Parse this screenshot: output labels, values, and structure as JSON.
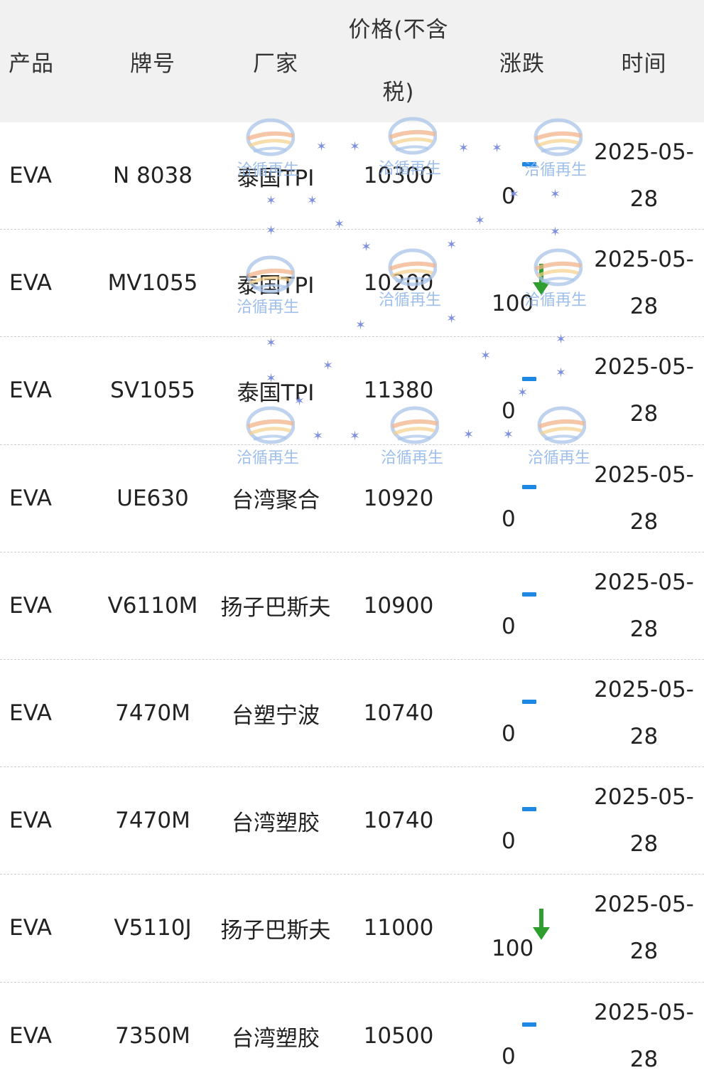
{
  "header": {
    "product": "产品",
    "grade": "牌号",
    "maker": "厂家",
    "price_line1": "价格(不含",
    "price_line2": "税)",
    "change": "涨跌",
    "time": "时间"
  },
  "rows": [
    {
      "product": "EVA",
      "grade": "N 8038",
      "maker": "泰国TPI",
      "price": "10300",
      "change": "0",
      "trend": "flat",
      "date_line1": "2025-05-",
      "date_line2": "28"
    },
    {
      "product": "EVA",
      "grade": "MV1055",
      "maker": "泰国TPI",
      "price": "10200",
      "change": "100",
      "trend": "down",
      "date_line1": "2025-05-",
      "date_line2": "28"
    },
    {
      "product": "EVA",
      "grade": "SV1055",
      "maker": "泰国TPI",
      "price": "11380",
      "change": "0",
      "trend": "flat",
      "date_line1": "2025-05-",
      "date_line2": "28"
    },
    {
      "product": "EVA",
      "grade": "UE630",
      "maker": "台湾聚合",
      "price": "10920",
      "change": "0",
      "trend": "flat",
      "date_line1": "2025-05-",
      "date_line2": "28"
    },
    {
      "product": "EVA",
      "grade": "V6110M",
      "maker": "扬子巴斯夫",
      "price": "10900",
      "change": "0",
      "trend": "flat",
      "date_line1": "2025-05-",
      "date_line2": "28"
    },
    {
      "product": "EVA",
      "grade": "7470M",
      "maker": "台塑宁波",
      "price": "10740",
      "change": "0",
      "trend": "flat",
      "date_line1": "2025-05-",
      "date_line2": "28"
    },
    {
      "product": "EVA",
      "grade": "7470M",
      "maker": "台湾塑胶",
      "price": "10740",
      "change": "0",
      "trend": "flat",
      "date_line1": "2025-05-",
      "date_line2": "28"
    },
    {
      "product": "EVA",
      "grade": "V5110J",
      "maker": "扬子巴斯夫",
      "price": "11000",
      "change": "100",
      "trend": "down",
      "date_line1": "2025-05-",
      "date_line2": "28"
    },
    {
      "product": "EVA",
      "grade": "7350M",
      "maker": "台湾塑胶",
      "price": "10500",
      "change": "0",
      "trend": "flat",
      "date_line1": "2025-05-",
      "date_line2": "28"
    }
  ],
  "watermark": {
    "text": "洽循再生",
    "logo_icon": "globe-swoosh-logo",
    "star_icon": "star-icon"
  },
  "colors": {
    "header_bg": "#f1f1f1",
    "flat_indicator": "#1e88e5",
    "down_indicator": "#2e9e2e",
    "watermark_text": "#8fb4e8",
    "watermark_star": "#7f8fe0"
  }
}
